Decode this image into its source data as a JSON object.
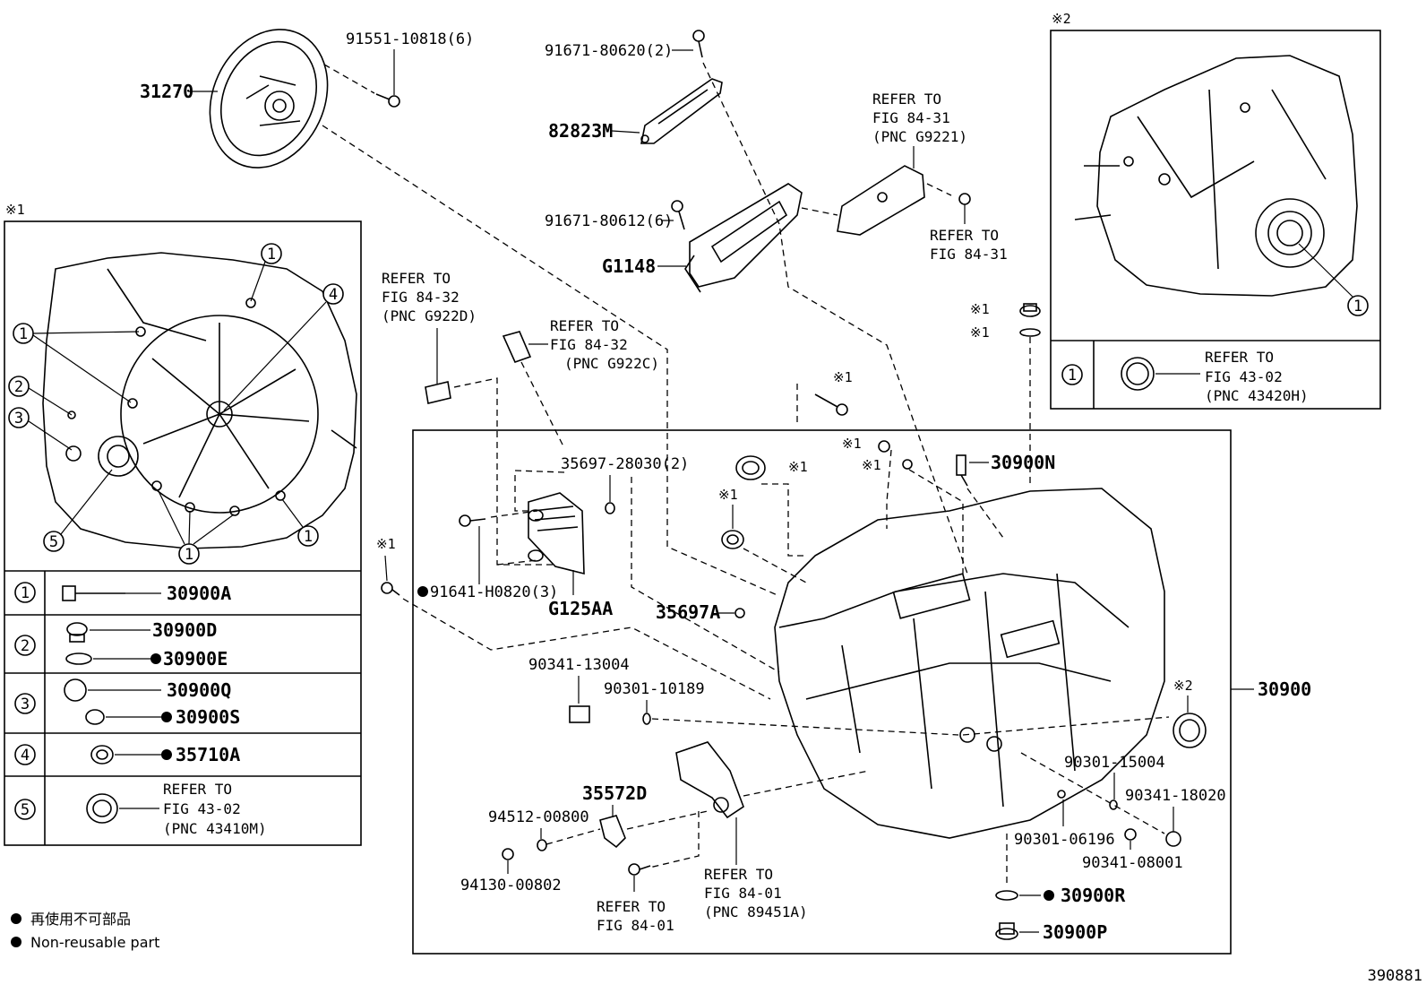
{
  "diagram_id": "390881",
  "parts": {
    "p31270": "31270",
    "p91551": "91551-10818(6)",
    "p91671a": "91671-80620(2)",
    "p82823m": "82823M",
    "p91671b": "91671-80612(6)",
    "pg1148": "G1148",
    "p35697_28030": "35697-28030(2)",
    "p91641": "91641-H0820(3)",
    "pg125aa": "G125AA",
    "p35697a": "35697A",
    "p30900n": "30900N",
    "p30900": "30900",
    "p90341_13004": "90341-13004",
    "p90301_10189": "90301-10189",
    "p35572d": "35572D",
    "p94512": "94512-00800",
    "p94130": "94130-00802",
    "p90301_15004": "90301-15004",
    "p90341_18020": "90341-18020",
    "p90301_06196": "90301-06196",
    "p90341_08001": "90341-08001",
    "p30900r": "30900R",
    "p30900p": "30900P"
  },
  "refs": {
    "r1": {
      "l1": "REFER TO",
      "l2": "FIG 84-31",
      "l3": "(PNC G9221)"
    },
    "r2": {
      "l1": "REFER TO",
      "l2": "FIG 84-31"
    },
    "r3": {
      "l1": "REFER TO",
      "l2": "FIG 84-32",
      "l3": "(PNC G922D)"
    },
    "r4": {
      "l1": "REFER TO",
      "l2": "FIG 84-32",
      "l3": "(PNC G922C)"
    },
    "r5": {
      "l1": "REFER TO",
      "l2": "FIG 84-01"
    },
    "r6": {
      "l1": "REFER TO",
      "l2": "FIG 84-01",
      "l3": "(PNC 89451A)"
    }
  },
  "notes": {
    "n1": "※1",
    "n2": "※2"
  },
  "legend_left": {
    "row1": {
      "num": "1",
      "part": "30900A"
    },
    "row2": {
      "num": "2",
      "part_a": "30900D",
      "part_b": "30900E"
    },
    "row3": {
      "num": "3",
      "part_a": "30900Q",
      "part_b": "30900S"
    },
    "row4": {
      "num": "4",
      "part": "35710A"
    },
    "row5": {
      "num": "5",
      "l1": "REFER TO",
      "l2": "FIG 43-02",
      "l3": "(PNC 43410M)"
    }
  },
  "legend_right": {
    "num": "1",
    "l1": "REFER TO",
    "l2": "FIG 43-02",
    "l3": "(PNC 43420H)"
  },
  "callouts": {
    "c1": "1",
    "c2": "2",
    "c3": "3",
    "c4": "4",
    "c5": "5"
  },
  "footer": {
    "jp": "再使用不可部品",
    "en": "Non-reusable part"
  }
}
